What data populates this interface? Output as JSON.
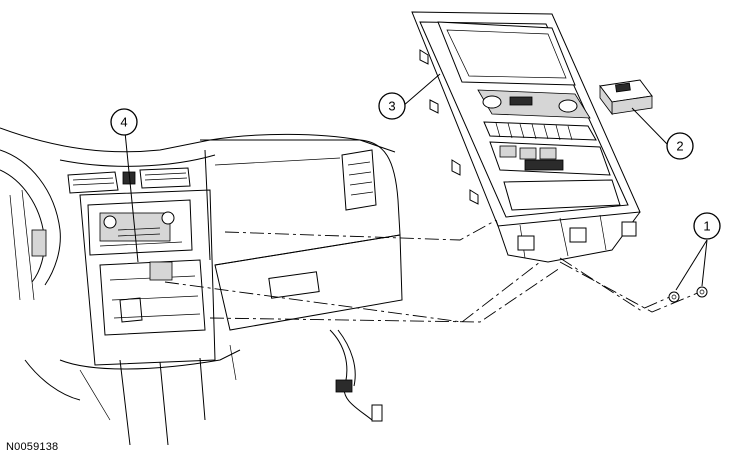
{
  "figure": {
    "id_label": "N0059138"
  },
  "callouts": [
    {
      "number": "1",
      "name": "nut-callout"
    },
    {
      "number": "2",
      "name": "switch-callout"
    },
    {
      "number": "3",
      "name": "bezel-callout"
    },
    {
      "number": "4",
      "name": "radio-callout"
    }
  ],
  "colors": {
    "line": "#000000",
    "background": "#ffffff",
    "shade": "#d6d6d6",
    "dark": "#2b2b2b"
  }
}
